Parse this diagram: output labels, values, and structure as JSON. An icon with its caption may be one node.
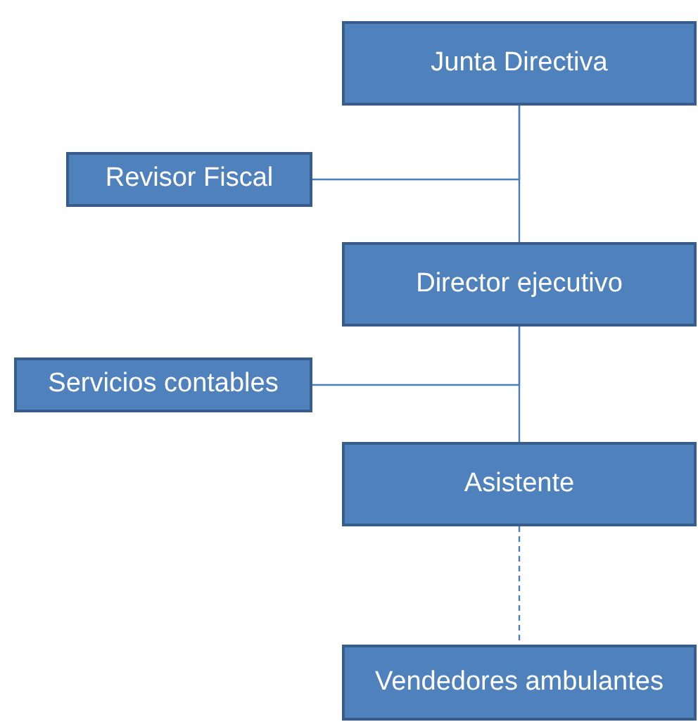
{
  "diagram": {
    "nodes": [
      {
        "text": [
          "Junta Directiva"
        ]
      },
      {
        "text": [
          "Revisor Fiscal"
        ]
      },
      {
        "text": [
          "Director ejecutivo"
        ]
      },
      {
        "text": [
          "Servicios contables"
        ]
      },
      {
        "text": [
          "Asistente"
        ]
      },
      {
        "text": [
          "Vendedores ambulantes"
        ]
      }
    ],
    "edges": [
      {
        "from": 0,
        "to": 2,
        "arrow": "none"
      },
      {
        "from": 0,
        "to": 1,
        "arrow": "none"
      },
      {
        "from": 2,
        "to": 4,
        "arrow": "none"
      },
      {
        "from": 2,
        "to": 3,
        "arrow": "none"
      },
      {
        "from": 4,
        "to": 5,
        "arrow": "none",
        "style": "dashed"
      }
    ]
  }
}
